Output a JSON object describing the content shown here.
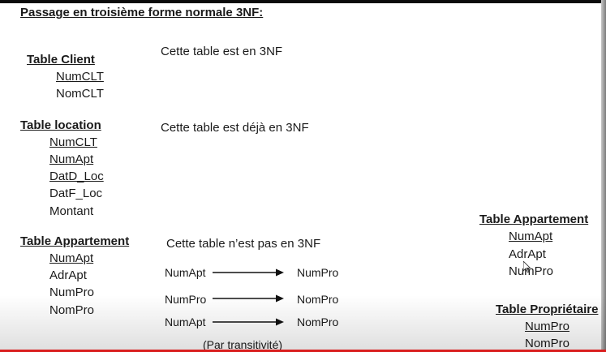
{
  "heading": "Passage en troisième forme normale 3NF:",
  "client": {
    "title": "Table Client",
    "note": "Cette table est en 3NF",
    "fields": [
      "NumCLT",
      "NomCLT"
    ]
  },
  "location": {
    "title": "Table location",
    "note": "Cette table est déjà en 3NF",
    "fields": [
      "NumCLT",
      "NumApt",
      "DatD_Loc",
      "DatF_Loc",
      "Montant"
    ]
  },
  "appartement": {
    "title": "Table Appartement",
    "note": "Cette table n’est pas en 3NF",
    "fields": [
      "NumApt",
      "AdrApt",
      "NumPro",
      "NomPro"
    ]
  },
  "dependencies": [
    {
      "from": "NumApt",
      "to": "NumPro"
    },
    {
      "from": "NumPro",
      "to": "NomPro"
    },
    {
      "from": "NumApt",
      "to": "NomPro"
    }
  ],
  "transitivity": "(Par transitivité)",
  "result_appartement": {
    "title": "Table Appartement",
    "fields": [
      "NumApt",
      "AdrApt",
      "NumPro"
    ]
  },
  "result_proprietaire": {
    "title": "Table Propriétaire",
    "fields": [
      "NumPro",
      "NomPro"
    ]
  }
}
